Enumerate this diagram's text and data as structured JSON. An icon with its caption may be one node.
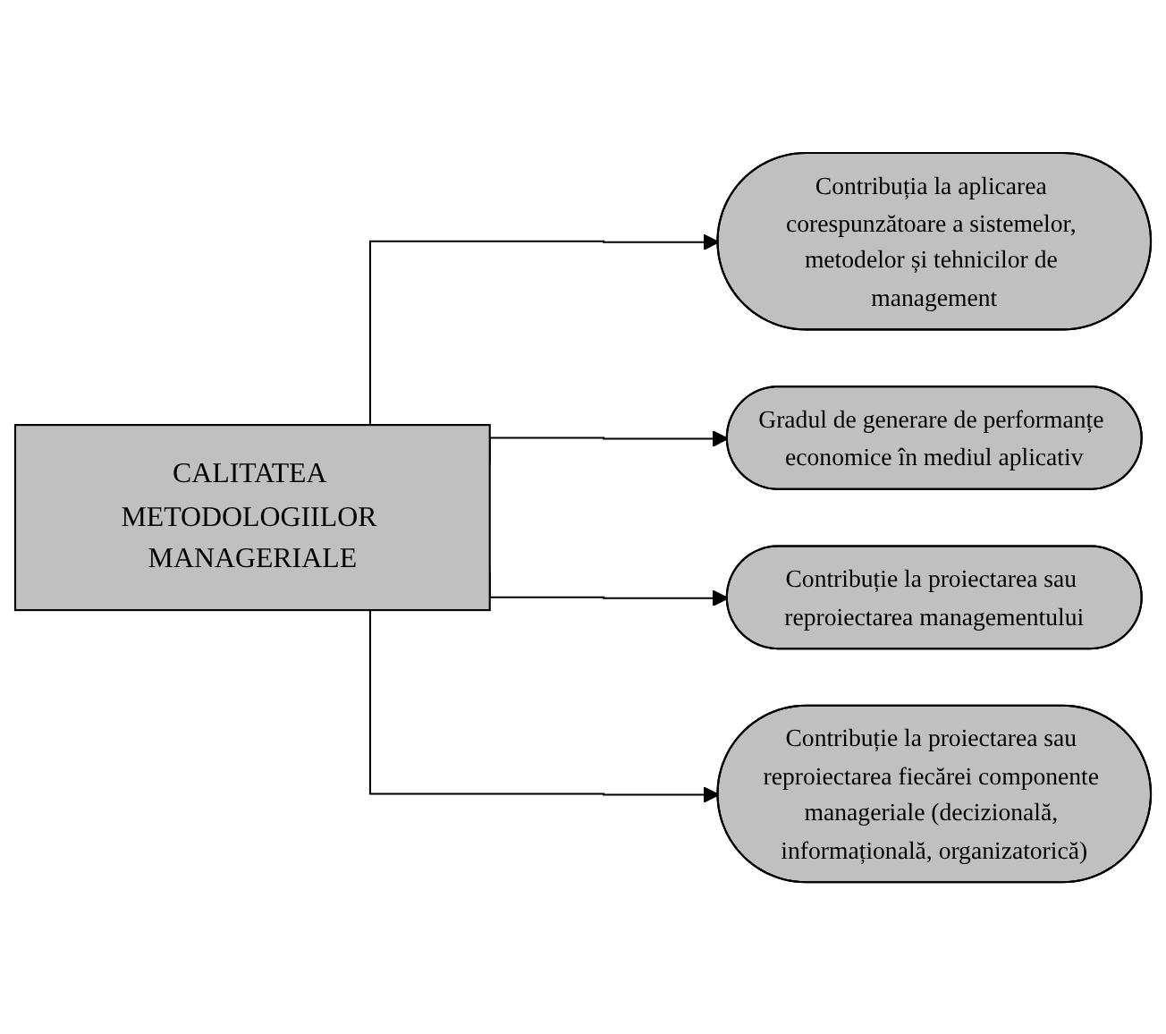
{
  "diagram": {
    "nodes": [
      {
        "text": [
          "CALITATEA METODOLOGIILOR MANAGERIALE"
        ]
      },
      {
        "text": [
          "Contribuția la aplicarea corespunzătoare a sistemelor, metodelor și tehnicilor de management"
        ]
      },
      {
        "text": [
          "Gradul de generare de performanțe economice în mediul aplicativ"
        ]
      },
      {
        "text": [
          "Contribuție la proiectarea sau reproiectarea managementului"
        ]
      },
      {
        "text": [
          "Contribuție la proiectarea sau reproiectarea fiecărei componente manageriale (decizională, informațională, organizatorică)"
        ]
      }
    ],
    "edges": [
      {
        "from": 0,
        "to": 1,
        "arrow": "to"
      },
      {
        "from": 0,
        "to": 2,
        "arrow": "to"
      },
      {
        "from": 0,
        "to": 3,
        "arrow": "to"
      },
      {
        "from": 0,
        "to": 4,
        "arrow": "to"
      }
    ]
  }
}
